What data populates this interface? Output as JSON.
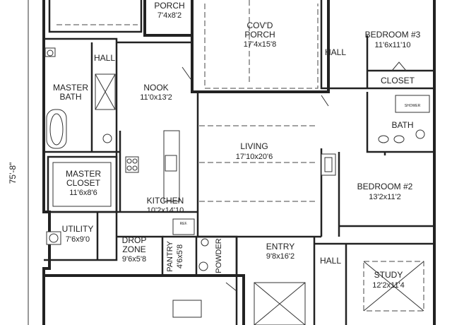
{
  "overall_dimension": "75'-8\"",
  "rooms": {
    "porch": {
      "name": "PORCH",
      "size": "7'4x8'2"
    },
    "covd_porch": {
      "name": "COV'D\nPORCH",
      "line1": "COV'D",
      "line2": "PORCH",
      "size": "17'4x15'8"
    },
    "bedroom3": {
      "name": "BEDROOM #3",
      "size": "11'6x11'10"
    },
    "hall_top_left": {
      "name": "HALL"
    },
    "hall_top_right": {
      "name": "HALL"
    },
    "closet": {
      "name": "CLOSET"
    },
    "master_bath": {
      "line1": "MASTER",
      "line2": "BATH"
    },
    "nook": {
      "name": "NOOK",
      "size": "11'0x13'2"
    },
    "bath": {
      "name": "BATH"
    },
    "living": {
      "name": "LIVING",
      "size": "17'10x20'6"
    },
    "master_closet": {
      "line1": "MASTER",
      "line2": "CLOSET",
      "size": "11'6x8'6"
    },
    "bedroom2": {
      "name": "BEDROOM #2",
      "size": "13'2x11'2"
    },
    "kitchen": {
      "name": "KITCHEN",
      "size": "10'2x14'10"
    },
    "utility": {
      "name": "UTILITY",
      "size": "7'6x9'0"
    },
    "drop_zone": {
      "line1": "DROP",
      "line2": "ZONE",
      "size": "9'6x5'8"
    },
    "pantry": {
      "name": "PANTRY",
      "size": "4'6x5'8"
    },
    "powder": {
      "name": "POWDER"
    },
    "entry": {
      "name": "ENTRY",
      "size": "9'8x16'2"
    },
    "hall_bottom_right": {
      "name": "HALL"
    },
    "study": {
      "name": "STUDY",
      "size": "12'2x11'4"
    }
  },
  "fixture_labels": {
    "refrigerator": "REF.",
    "shower": "SHOWER"
  }
}
